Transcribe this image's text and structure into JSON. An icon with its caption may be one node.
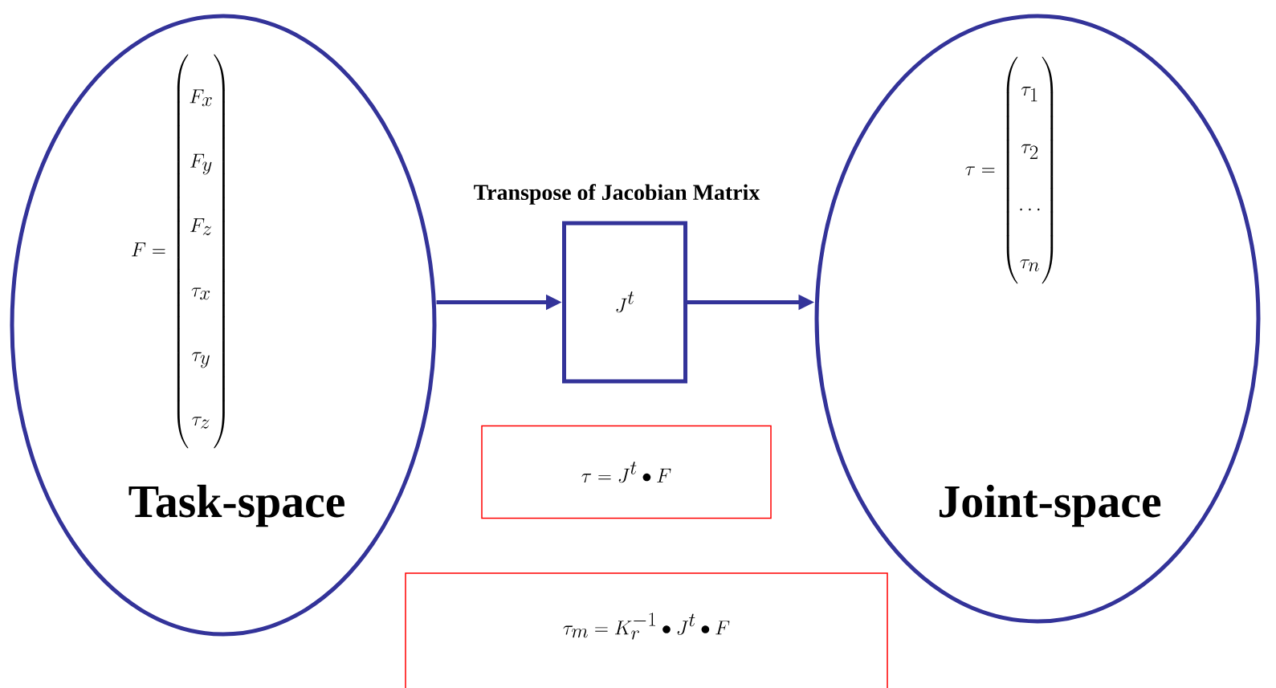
{
  "diagram": {
    "nodes": [
      {
        "text": [
          "F = \\begin{pmatrix} F_x \\\\ F_y \\\\ F_z \\\\ \\tau_x \\\\ \\tau_y \\\\ \\tau_z \\end{pmatrix}",
          "Task-space"
        ]
      },
      {
        "text": [
          "Transpose of Jacobian Matrix",
          "J^t"
        ]
      },
      {
        "text": [
          "\\tau = \\begin{pmatrix} \\tau_1 \\\\ \\tau_2 \\\\ \\ldots \\\\ \\tau_n \\end{pmatrix}",
          "Joint-space"
        ]
      },
      {
        "text": [
          "\\tau = J^t \\bullet F"
        ]
      },
      {
        "text": [
          "\\tau_m = K_r^{-1} \\bullet J^t \\bullet F"
        ]
      }
    ],
    "edges": [
      {
        "from": 0,
        "to": 1,
        "arrow": "to"
      },
      {
        "from": 1,
        "to": 2,
        "arrow": "to"
      }
    ]
  }
}
